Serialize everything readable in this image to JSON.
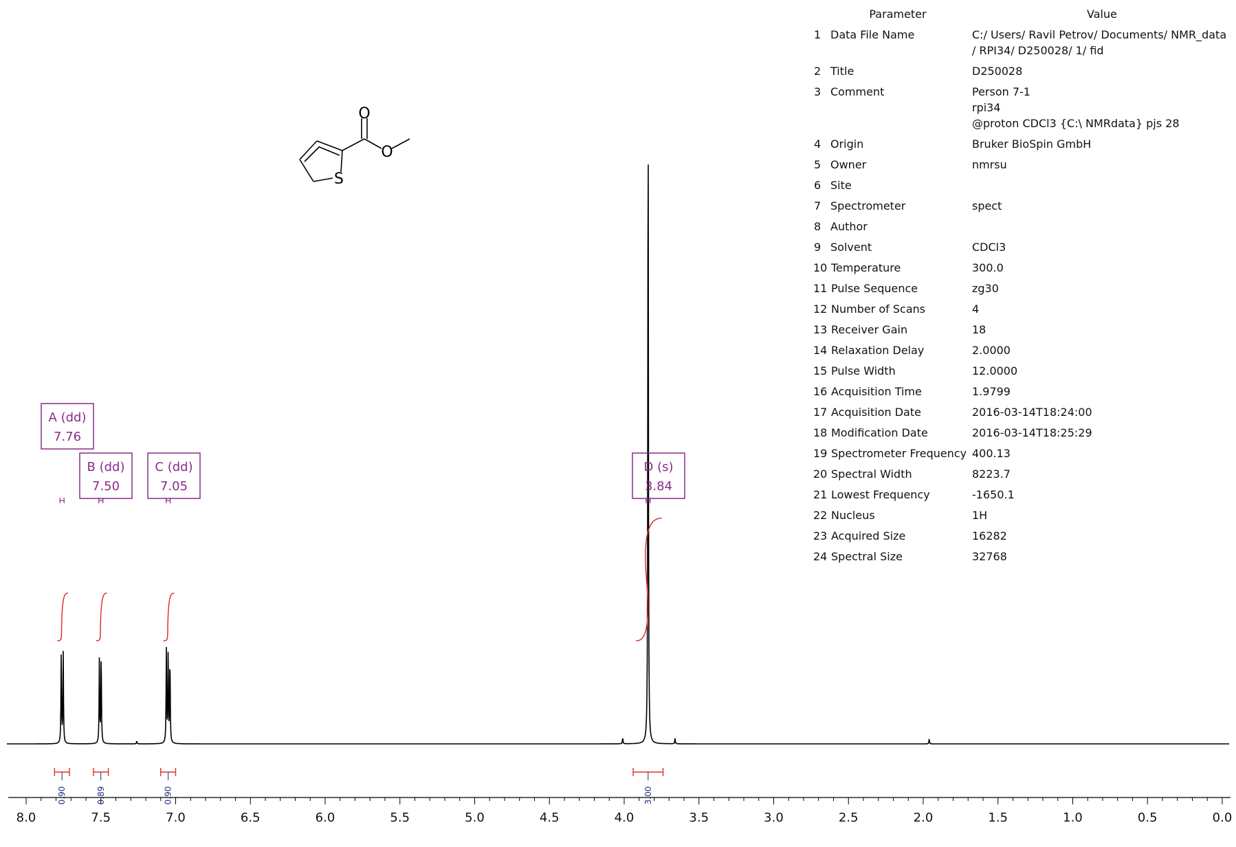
{
  "table": {
    "header_param": "Parameter",
    "header_value": "Value",
    "rows": [
      {
        "n": "1",
        "param": "Data File Name",
        "value": [
          "C:/ Users/ Ravil Petrov/ Documents/ NMR_data",
          "/ RPI34/ D250028/ 1/ fid"
        ]
      },
      {
        "n": "2",
        "param": "Title",
        "value": [
          "D250028"
        ]
      },
      {
        "n": "3",
        "param": "Comment",
        "value": [
          "Person 7-1",
          "rpi34",
          "@proton CDCl3 {C:\\ NMRdata} pjs 28"
        ]
      },
      {
        "n": "4",
        "param": "Origin",
        "value": [
          "Bruker BioSpin GmbH"
        ]
      },
      {
        "n": "5",
        "param": "Owner",
        "value": [
          "nmrsu"
        ]
      },
      {
        "n": "6",
        "param": "Site",
        "value": [
          ""
        ]
      },
      {
        "n": "7",
        "param": "Spectrometer",
        "value": [
          "spect"
        ]
      },
      {
        "n": "8",
        "param": "Author",
        "value": [
          ""
        ]
      },
      {
        "n": "9",
        "param": "Solvent",
        "value": [
          "CDCl3"
        ]
      },
      {
        "n": "10",
        "param": "Temperature",
        "value": [
          "300.0"
        ]
      },
      {
        "n": "11",
        "param": "Pulse Sequence",
        "value": [
          "zg30"
        ]
      },
      {
        "n": "12",
        "param": "Number of Scans",
        "value": [
          "4"
        ]
      },
      {
        "n": "13",
        "param": "Receiver Gain",
        "value": [
          "18"
        ]
      },
      {
        "n": "14",
        "param": "Relaxation Delay",
        "value": [
          "2.0000"
        ]
      },
      {
        "n": "15",
        "param": "Pulse Width",
        "value": [
          "12.0000"
        ]
      },
      {
        "n": "16",
        "param": "Acquisition Time",
        "value": [
          "1.9799"
        ]
      },
      {
        "n": "17",
        "param": "Acquisition Date",
        "value": [
          "2016-03-14T18:24:00"
        ]
      },
      {
        "n": "18",
        "param": "Modification Date",
        "value": [
          "2016-03-14T18:25:29"
        ]
      },
      {
        "n": "19",
        "param": "Spectrometer Frequency",
        "value": [
          "400.13"
        ]
      },
      {
        "n": "20",
        "param": "Spectral Width",
        "value": [
          "8223.7"
        ]
      },
      {
        "n": "21",
        "param": "Lowest Frequency",
        "value": [
          "-1650.1"
        ]
      },
      {
        "n": "22",
        "param": "Nucleus",
        "value": [
          "1H"
        ]
      },
      {
        "n": "23",
        "param": "Acquired Size",
        "value": [
          "16282"
        ]
      },
      {
        "n": "24",
        "param": "Spectral Size",
        "value": [
          "32768"
        ]
      }
    ]
  },
  "structure": {
    "atoms": [
      "O",
      "O",
      "S"
    ]
  },
  "colors": {
    "spectrum": "#000000",
    "multiplet": "#8a2b8a",
    "integral_curve": "#e03030",
    "integral_text": "#1f2d7a",
    "axis": "#000000"
  },
  "chart_data": {
    "type": "line",
    "title": "",
    "xlabel": "",
    "ylabel": "",
    "xlim": [
      8.0,
      0.0
    ],
    "x_reversed": true,
    "x_ticks": [
      "8.0",
      "7.5",
      "7.0",
      "6.5",
      "6.0",
      "5.5",
      "5.0",
      "4.5",
      "4.0",
      "3.5",
      "3.0",
      "2.5",
      "2.0",
      "1.5",
      "1.0",
      "0.5",
      "0.0"
    ],
    "ylim": [
      0,
      1.0
    ],
    "peaks": [
      {
        "ppm": 7.765,
        "height": 0.135
      },
      {
        "ppm": 7.752,
        "height": 0.135
      },
      {
        "ppm": 7.51,
        "height": 0.126
      },
      {
        "ppm": 7.498,
        "height": 0.134
      },
      {
        "ppm": 7.062,
        "height": 0.137
      },
      {
        "ppm": 7.05,
        "height": 0.135
      },
      {
        "ppm": 7.038,
        "height": 0.128
      },
      {
        "ppm": 3.84,
        "height": 1.0
      },
      {
        "ppm": 4.01,
        "height": 0.009
      },
      {
        "ppm": 3.66,
        "height": 0.008
      },
      {
        "ppm": 7.26,
        "height": 0.004
      },
      {
        "ppm": 1.96,
        "height": 0.007
      }
    ],
    "multiplets": [
      {
        "id": "A",
        "label": "A (dd)",
        "shift": "7.76",
        "ppm": 7.76
      },
      {
        "id": "B",
        "label": "B (dd)",
        "shift": "7.50",
        "ppm": 7.5
      },
      {
        "id": "C",
        "label": "C (dd)",
        "shift": "7.05",
        "ppm": 7.05
      },
      {
        "id": "D",
        "label": "D (s)",
        "shift": "3.84",
        "ppm": 3.84
      }
    ],
    "integrals": [
      {
        "from": 7.81,
        "to": 7.71,
        "value": "0.90",
        "curve_height": 0.07
      },
      {
        "from": 7.55,
        "to": 7.45,
        "value": "0.89",
        "curve_height": 0.07
      },
      {
        "from": 7.1,
        "to": 7.0,
        "value": "0.90",
        "curve_height": 0.07
      },
      {
        "from": 3.94,
        "to": 3.74,
        "value": "3.00",
        "curve_height": 0.18
      }
    ]
  }
}
